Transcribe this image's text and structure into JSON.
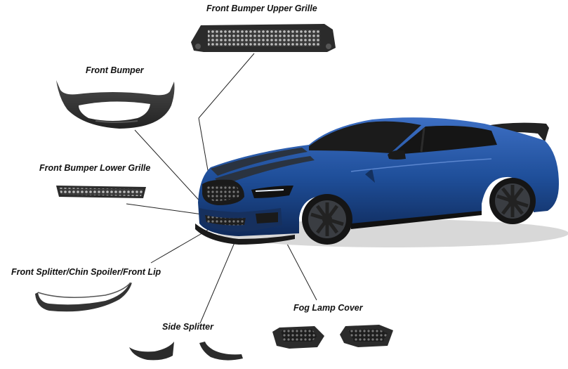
{
  "labels": {
    "upper_grille": "Front Bumper Upper Grille",
    "bumper": "Front Bumper",
    "lower_grille": "Front Bumper Lower Grille",
    "splitter": "Front Splitter/Chin Spoiler/Front Lip",
    "side_splitter": "Side Splitter",
    "fog_lamp": "Fog Lamp Cover"
  },
  "colors": {
    "car_body": "#1f4f9a",
    "car_dark": "#0f2a5a",
    "stripe": "#2a3340",
    "part_black": "#2b2b2b",
    "leader_line": "#222222"
  }
}
